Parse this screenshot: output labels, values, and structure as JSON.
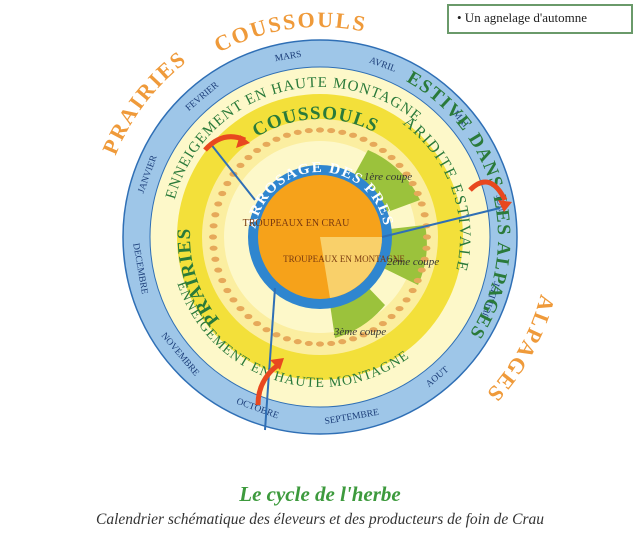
{
  "legend": {
    "text": "• Un agnelage d'automne"
  },
  "months": [
    "MARS",
    "AVRIL",
    "MAI",
    "JUIN",
    "JUILLET",
    "AOUT",
    "SEPTEMBRE",
    "OCTOBRE",
    "NOVEMBRE",
    "DECEMBRE",
    "JANVIER",
    "FEVRIER"
  ],
  "outer_labels": {
    "coussouls": "COUSSOULS",
    "prairies": "PRAIRIES",
    "alpages": "ALPAGES"
  },
  "ring_labels": {
    "enneigement_top": "ENNEIGEMENT EN HAUTE MONTAGNE",
    "enneigement_bottom": "ENNEIGEMENT EN HAUTE MONTAGNE",
    "coussouls": "COUSSOULS",
    "aridite": "ARIDITE ESTIVALE",
    "estive": "ESTIVE DANS LES ALPAGES",
    "prairies": "PRAIRIES",
    "arrosage": "ARROSAGE DES PRES"
  },
  "center": {
    "crau": "TROUPEAUX EN CRAU",
    "montagne": "TROUPEAUX EN MONTAGNE"
  },
  "coupes": [
    "1ère coupe",
    "2ème coupe",
    "3ème coupe"
  ],
  "caption": {
    "title": "Le cycle de l'herbe",
    "subtitle": "Calendrier schématique des éleveurs et des producteurs de foin de Crau"
  },
  "colors": {
    "outer_ring": "#9ec6e8",
    "snow_ring": "#fdf8c9",
    "yellow": "#f3e03a",
    "orange_center": "#f6a21a",
    "blue_band": "#2f86cf",
    "green_coupe": "#9bc23c",
    "title_green": "#3d9a3d",
    "label_orange": "#ef9a3a"
  }
}
